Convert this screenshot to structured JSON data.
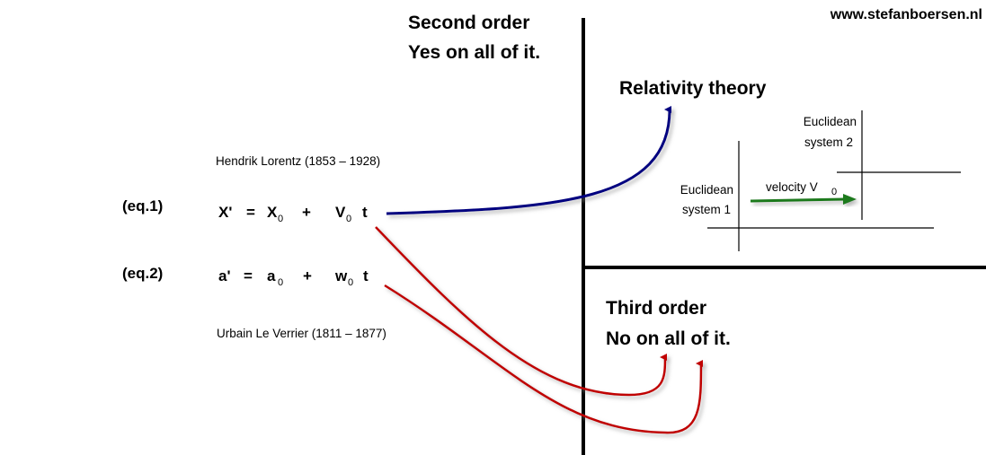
{
  "website": "www.stefanboersen.nl",
  "second_order": {
    "line1": "Second order",
    "line2": "Yes on all of it."
  },
  "third_order": {
    "line1": "Third order",
    "line2": "No on all of it."
  },
  "relativity": "Relativity theory",
  "lorentz": "Hendrik Lorentz (1853 – 1928)",
  "leverrier": "Urbain Le Verrier (1811 – 1877)",
  "eq1": {
    "label": "(eq.1)",
    "lhs": "X'",
    "eq": "=",
    "a": "X",
    "a_sub": "0",
    "plus": "+",
    "b": "V",
    "b_sub": "0",
    "t": "t"
  },
  "eq2": {
    "label": "(eq.2)",
    "lhs": "a'",
    "eq": "=",
    "a": "a",
    "a_sub": "0",
    "plus": "+",
    "b": "w",
    "b_sub": "0",
    "t": "t"
  },
  "system1": {
    "line1": "Euclidean",
    "line2": "system 1"
  },
  "system2": {
    "line1": "Euclidean",
    "line2": "system 2"
  },
  "velocity": {
    "label": "velocity V",
    "sub": "0"
  },
  "colors": {
    "blue": "#000080",
    "red": "#c00000",
    "green": "#1a7a1a"
  }
}
